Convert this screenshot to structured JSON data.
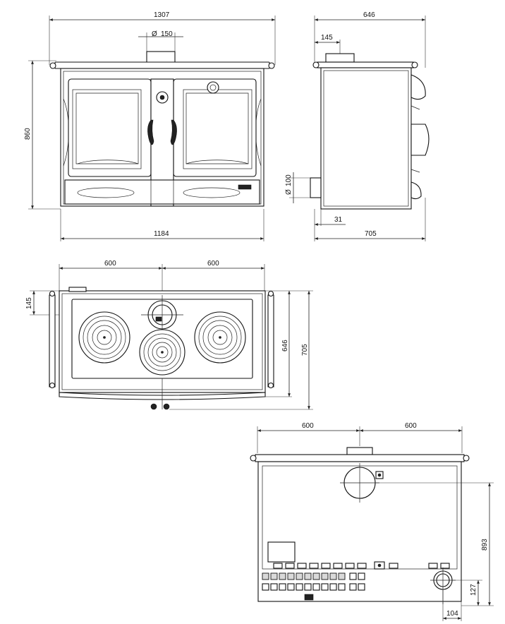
{
  "front_view": {
    "width_overall": "1307",
    "width_body": "1184",
    "height": "860",
    "flue_diameter": "150"
  },
  "side_view": {
    "depth_top": "646",
    "flue_offset": "145",
    "outlet_diameter": "100",
    "outlet_offset": "31",
    "depth_overall": "705"
  },
  "top_view": {
    "left_half": "600",
    "right_half": "600",
    "flue_offset": "145",
    "depth_body": "646",
    "depth_overall": "705"
  },
  "rear_view": {
    "left_half": "600",
    "right_half": "600",
    "outlet_height": "893",
    "outlet_bottom": "127",
    "outlet_side": "104"
  },
  "diameter_symbol": "Ø"
}
